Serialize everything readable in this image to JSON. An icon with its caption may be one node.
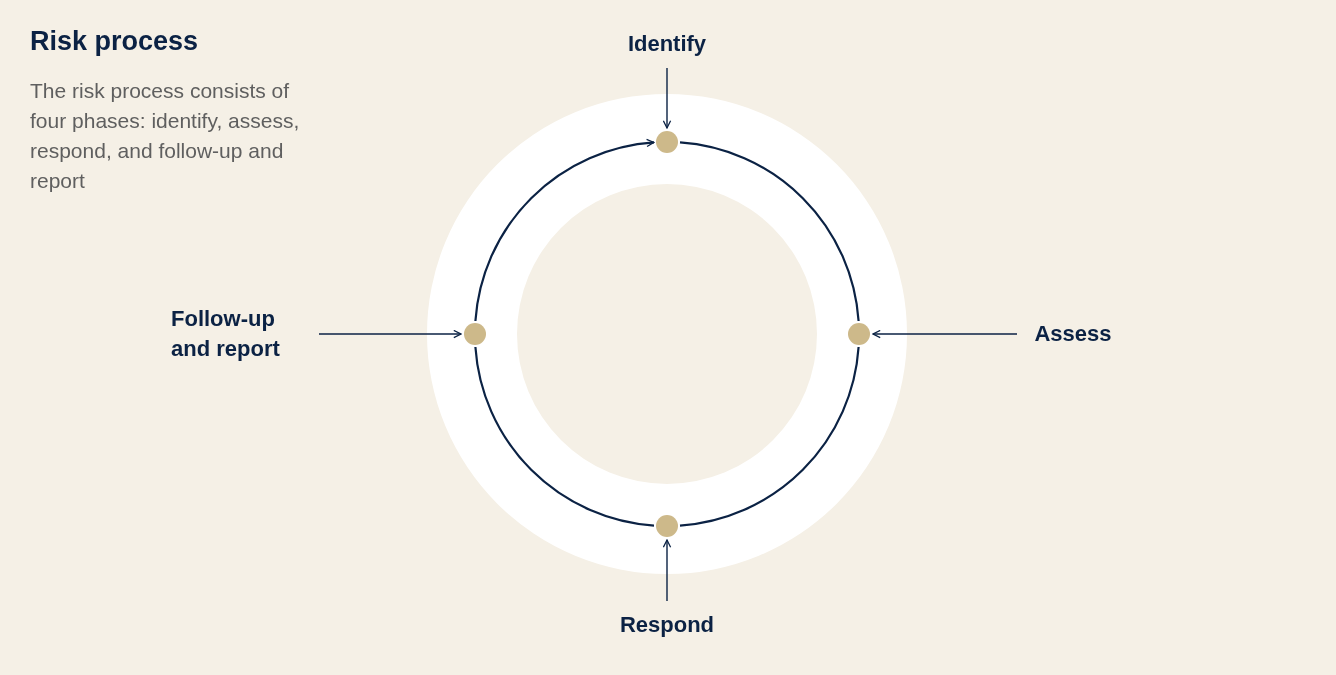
{
  "diagram": {
    "title": "Risk process",
    "nodes": [
      {
        "text": [
          "Identify"
        ]
      },
      {
        "text": [],
        "shape": "circle"
      },
      {
        "text": [
          "Follow-up and report"
        ]
      },
      {
        "text": [],
        "shape": "circle"
      },
      {
        "text": [],
        "shape": "circle"
      },
      {
        "text": [
          "Assess"
        ]
      },
      {
        "text": [],
        "shape": "circle"
      },
      {
        "text": [
          "Respond"
        ]
      }
    ],
    "edges": [
      {
        "from": 0,
        "to": 1,
        "arrow": "to"
      },
      {
        "from": 2,
        "to": 3,
        "arrow": "to"
      },
      {
        "from": 5,
        "to": 4,
        "arrow": "to"
      },
      {
        "from": 7,
        "to": 6,
        "arrow": "to"
      },
      {
        "from": 1,
        "to": 4,
        "arrow": "none"
      },
      {
        "from": 4,
        "to": 6,
        "arrow": "none"
      },
      {
        "from": 6,
        "to": 3,
        "arrow": "none"
      },
      {
        "from": 3,
        "to": 1,
        "arrow": "to"
      }
    ],
    "labels": [
      "The risk process consists of four phases: identify, assess, respond, and follow-up and report"
    ]
  }
}
